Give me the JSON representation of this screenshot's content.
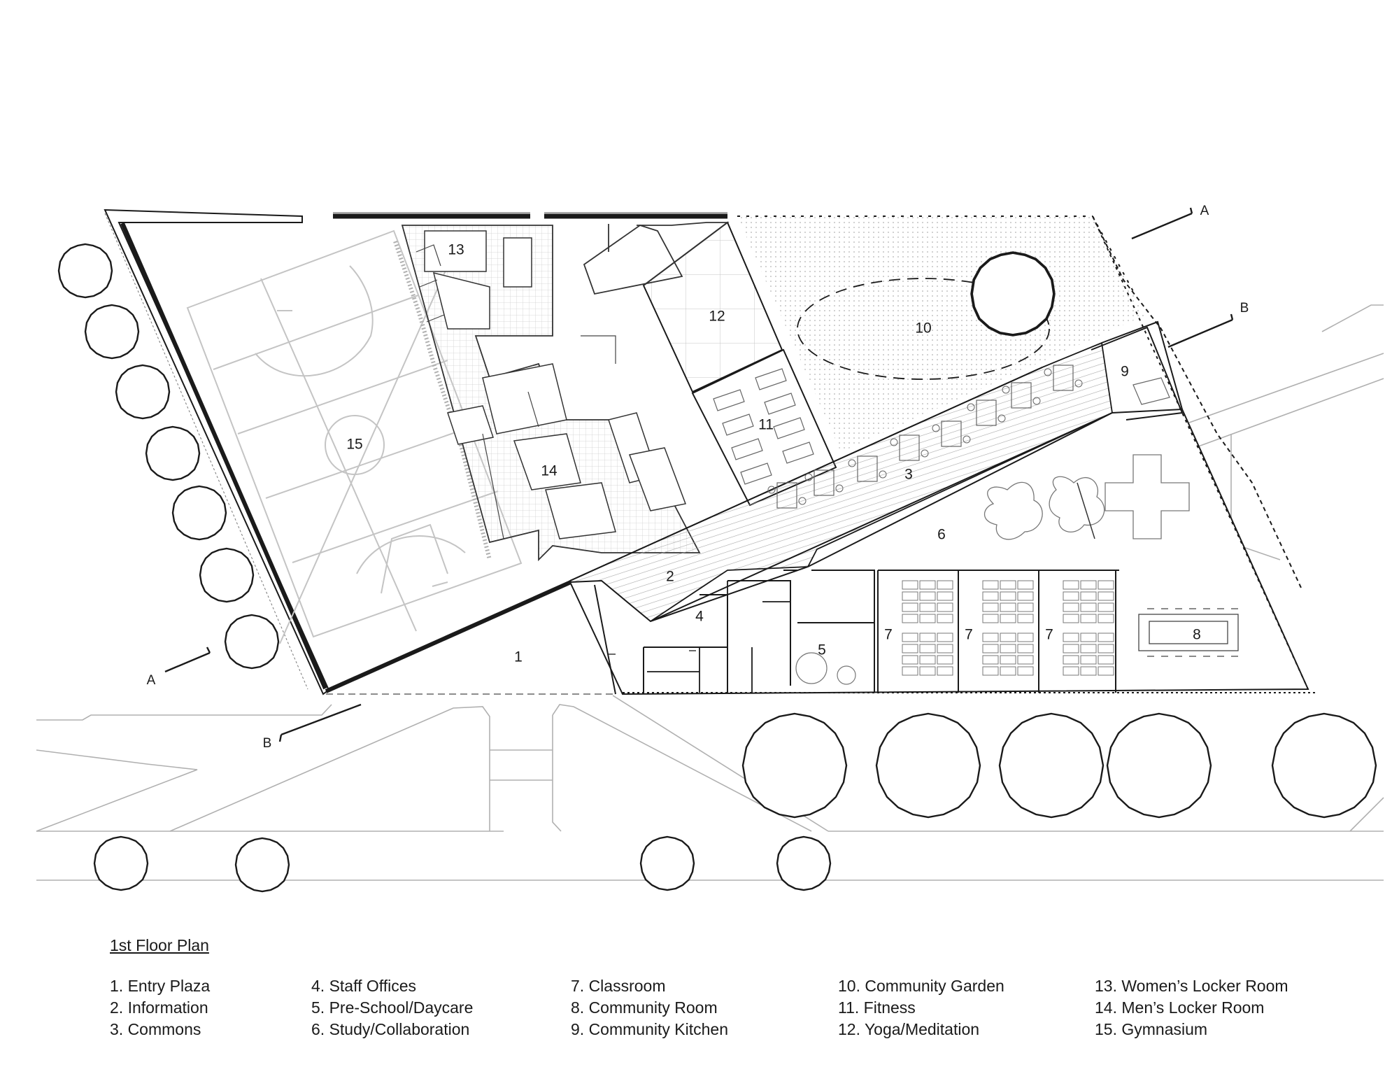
{
  "plan": {
    "rooms": [
      {
        "number": "1"
      },
      {
        "number": "2"
      },
      {
        "number": "3"
      },
      {
        "number": "4"
      },
      {
        "number": "5"
      },
      {
        "number": "6"
      },
      {
        "number": "7"
      },
      {
        "number": "7"
      },
      {
        "number": "7"
      },
      {
        "number": "8"
      },
      {
        "number": "9"
      },
      {
        "number": "10"
      },
      {
        "number": "11"
      },
      {
        "number": "12"
      },
      {
        "number": "13"
      },
      {
        "number": "14"
      },
      {
        "number": "15"
      }
    ],
    "section_markers": [
      {
        "label": "A"
      },
      {
        "label": "A"
      },
      {
        "label": "B"
      },
      {
        "label": "B"
      }
    ]
  },
  "legend": {
    "title": "1st Floor Plan",
    "columns": [
      [
        "1. Entry Plaza",
        "2. Information",
        "3. Commons"
      ],
      [
        "4. Staff Offices",
        "5. Pre-School/Daycare",
        "6. Study/Collaboration"
      ],
      [
        "7. Classroom",
        "8. Community Room",
        "9. Community Kitchen"
      ],
      [
        "10. Community Garden",
        "11. Fitness",
        "12. Yoga/Meditation"
      ],
      [
        "13. Women’s Locker Room",
        "14. Men’s Locker Room",
        "15. Gymnasium"
      ]
    ]
  }
}
